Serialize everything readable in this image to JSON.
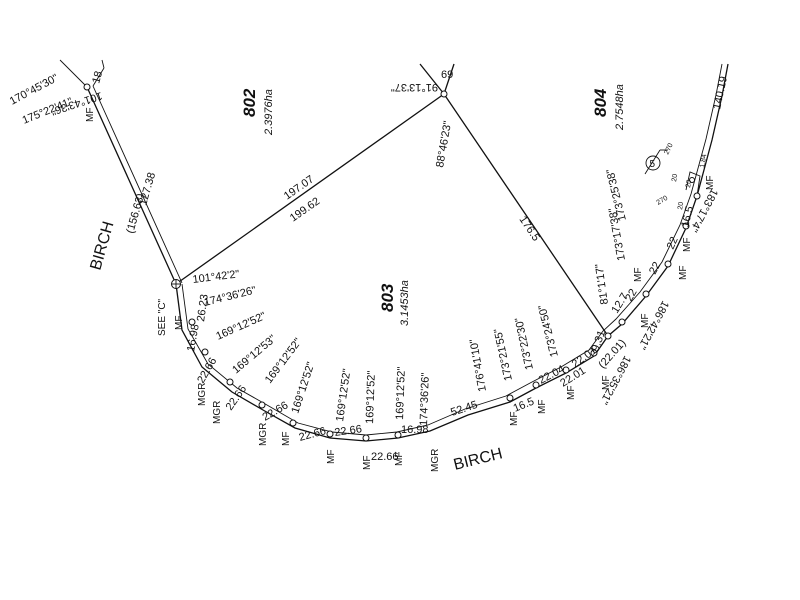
{
  "lots": [
    {
      "id": "lot-802",
      "number": "802",
      "area": "2.3976ha"
    },
    {
      "id": "lot-803",
      "number": "803",
      "area": "3.1453ha"
    },
    {
      "id": "lot-804",
      "number": "804",
      "area": "2.7548ha"
    }
  ],
  "roads": {
    "west": "BIRCH",
    "south": "BIRCH"
  },
  "callout": {
    "see_c": "SEE \"C\"",
    "circle_num": "5"
  },
  "distances": {
    "west_a": "127.38",
    "west_b": "(156.63)",
    "north_a": "197.07",
    "north_b": "199.62",
    "east": "176.5",
    "top_right": "140.19",
    "arc_1": "26.23",
    "arc_2": "16.98",
    "arc_3": "22.66",
    "arc_4": "22.66",
    "arc_5": "22.66",
    "arc_6": "22.66",
    "arc_7": "22.66",
    "arc_8": "22.66",
    "arc_9": "16.98",
    "arc_10": "52.45",
    "arc_11": "16.5",
    "arc_12": "22.04",
    "arc_13": "22.01",
    "arc_14": "22.01",
    "arc_15": "(22.01)",
    "arc_16": "9.31",
    "arc_17": "12.7",
    "arc_18": "22",
    "arc_19": "22",
    "arc_20": "22",
    "arc_21": "16.5",
    "top_18": "18",
    "top_69": "69",
    "small_a": "1.84",
    "small_b": "20",
    "small_c": "20",
    "small_d": "20",
    "small_e": "270",
    "small_f": "270"
  },
  "angles": {
    "a_170_45": "170°45'30\"",
    "a_175_22": "175°22'41\"",
    "a_101_43": "101°43'36\"",
    "a_91_13": "91°13'37\"",
    "a_88_46": "88°46'23\"",
    "a_101_42": "101°42'2\"",
    "a_174_36a": "174°36'26\"",
    "a_169_1": "169°12'52\"",
    "a_169_2": "169°12'53\"",
    "a_169_3": "169°12'52\"",
    "a_169_4": "169°12'52\"",
    "a_169_5": "169°12'52\"",
    "a_169_6": "169°12'52\"",
    "a_169_7": "169°12'52\"",
    "a_174_36b": "174°36'26\"",
    "a_176_41": "176°41'10\"",
    "a_173_21": "173°21'55\"",
    "a_173_22": "173°22'30\"",
    "a_173_24": "173°24'50\"",
    "a_81_1": "81°1'17\"",
    "a_173_17": "173°17'38\"",
    "a_173_25": "173°25'38\"",
    "a_183_17": "183°17'4\"",
    "a_186_42": "186°42'21\"",
    "a_186_35": "186°35'21\""
  },
  "markers": {
    "mf": "MF",
    "mgr": "MGR"
  }
}
